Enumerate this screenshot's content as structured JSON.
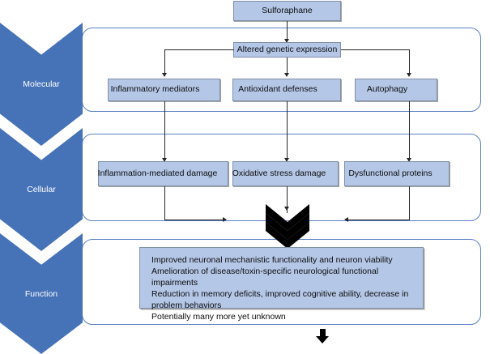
{
  "colors": {
    "chevron_blue": "#4672B8",
    "box_fill": "#B4C7E7",
    "box_border": "#7F8FA6",
    "panel_border": "#5B80C4",
    "line": "#262626",
    "arrow_glyph": "#000000",
    "background": "#FFFFFF",
    "chevron_label": "#FFFFFF"
  },
  "stages": [
    {
      "label": "Molecular"
    },
    {
      "label": "Cellular"
    },
    {
      "label": "Function"
    }
  ],
  "nodes": {
    "source": {
      "label": "Sulforaphane"
    },
    "gene": {
      "label": "Altered genetic expression"
    },
    "molecular": [
      {
        "label": "Inflammatory mediators",
        "direction": "down"
      },
      {
        "label": "Antioxidant defenses",
        "direction": "up"
      },
      {
        "label": "Autophagy",
        "direction": "up"
      }
    ],
    "cellular": [
      {
        "label": "Inflammation-mediated damage",
        "direction": "down"
      },
      {
        "label": "Oxidative stress damage",
        "direction": "down"
      },
      {
        "label": "Dysfunctional proteins",
        "direction": "down"
      }
    ]
  },
  "outcomes": [
    "Improved neuronal mechanistic functionality and neuron viability",
    "Amelioration of disease/toxin-specific neurological functional impairments",
    "Reduction in memory deficits, improved cognitive ability, decrease in problem behaviors",
    "Potentially many more yet unknown"
  ]
}
